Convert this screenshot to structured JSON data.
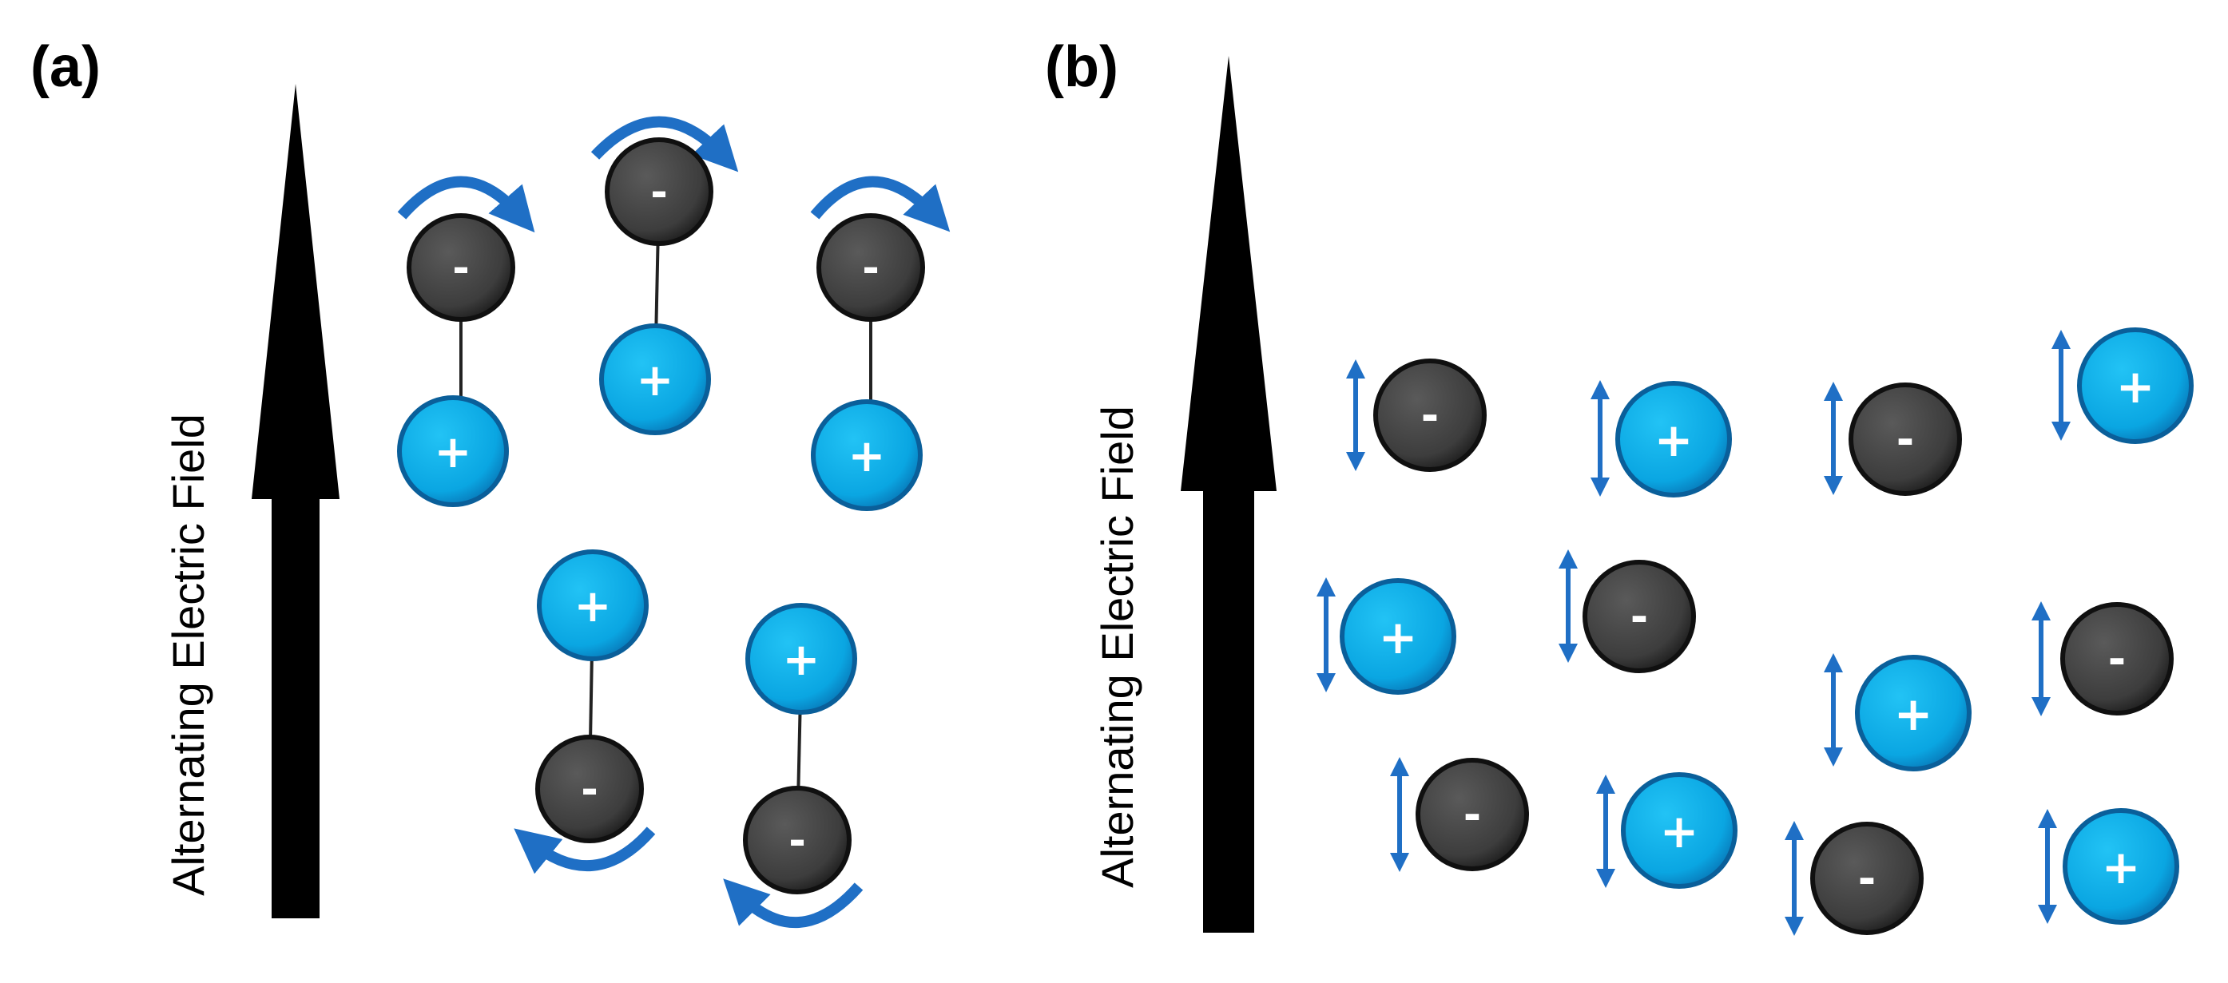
{
  "panels": [
    {
      "label": "(a)",
      "caption": "Alternating Electric Field"
    },
    {
      "label": "(b)",
      "caption": "Alternating Electric Field"
    }
  ],
  "charges": {
    "positive_sign": "+",
    "negative_sign": "-"
  },
  "colors": {
    "arrow": "#000000",
    "positive_fill": "#0aa6e2",
    "positive_edge": "#0a5f9a",
    "negative_fill": "#3d3d3d",
    "negative_edge": "#101010",
    "motion_arrow": "#1f6fc5"
  },
  "icons": [
    "field-arrow-icon",
    "rotation-arrow-icon",
    "oscillation-arrow-icon"
  ]
}
